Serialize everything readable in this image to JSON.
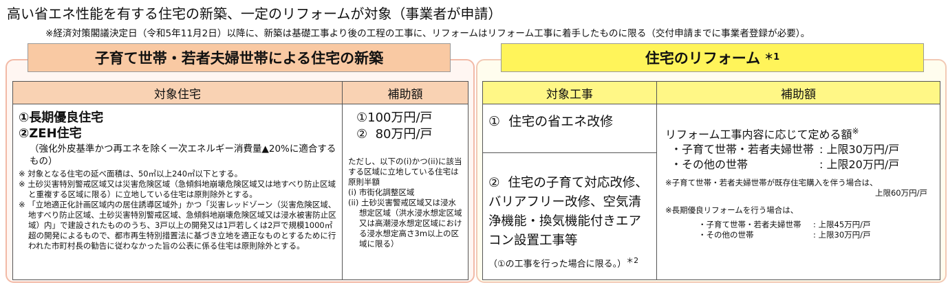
{
  "header": {
    "title": "高い省エネ性能を有する住宅の新築、一定のリフォームが対象（事業者が申請）",
    "note": "※経済対策閣議決定日（令和5年11月2日）以降に、新築は基礎工事より後の工程の工事に、リフォームはリフォーム工事に着手したものに限る（交付申請までに事業者登録が必要）。"
  },
  "left": {
    "tab": "子育て世帯・若者夫婦世帯による住宅の新築",
    "col1_header": "対象住宅",
    "col2_header": "補助額",
    "item1": "①長期優良住宅",
    "item2": "②ZEH住宅",
    "item2_detail": "（強化外皮基準かつ再エネを除く一次エネルギー消費量▲20%に適合するもの）",
    "notes": [
      "※ 対象となる住宅の延べ面積は、50㎡以上240㎡以下とする。",
      "※ 土砂災害特別警戒区域又は災害危険区域（急傾斜地崩壊危険区域又は地すべり防止区域と重複する区域に限る）に立地している住宅は原則除外とする。",
      "※ 「立地適正化計画区域内の居住誘導区域外」かつ「災害レッドゾーン（災害危険区域、地すべり防止区域、土砂災害特別警戒区域、急傾斜地崩壊危険区域又は浸水被害防止区域）内」で建設されたもののうち、3戸以上の開発又は1戸若しくは2戸で規模1000㎡超の開発によるもので、都市再生特別措置法に基づき立地を適正なものとするために行われた市町村長の勧告に従わなかった旨の公表に係る住宅は原則除外とする。"
    ],
    "amount1": "①100万円/戸",
    "amount2": "②  80万円/戸",
    "amount_note_intro": "ただし、以下の(i)かつ(ii)に該当する区域に立地している住宅は原則半額",
    "amount_note_i": "(i)  市街化調整区域",
    "amount_note_ii": "(ii)  土砂災害警戒区域又は浸水想定区域（洪水浸水想定区域又は高潮浸水想定区域における浸水想定高さ3m以上の区域に限る）"
  },
  "right": {
    "tab": "住宅のリフォーム",
    "tab_sup": "＊1",
    "col1_header": "対象工事",
    "col2_header": "補助額",
    "work1": "①  住宅の省エネ改修",
    "work2": "②  住宅の子育て対応改修、バリアフリー改修、空気清浄機能・換気機能付きエアコン設置工事等",
    "work2_note": "（①の工事を行った場合に限る。）",
    "work2_note_sup": "＊2",
    "amount_title": "リフォーム工事内容に応じて定める額",
    "amount_title_sup": "※",
    "rows": [
      {
        "label": "・子育て世帯・若者夫婦世帯",
        "value": ": 上限30万円/戸"
      },
      {
        "label": "・その他の世帯",
        "value": ": 上限20万円/戸"
      }
    ],
    "note1": "※子育て世帯・若者夫婦世帯が既存住宅購入を伴う場合は、",
    "note1b": "上限60万円/戸",
    "note2": "※長期優良リフォームを行う場合は、",
    "note2_rows": [
      {
        "label": "・子育て世帯・若者夫婦世帯",
        "value": ": 上限45万円/戸"
      },
      {
        "label": "・その他の世帯",
        "value": ": 上限30万円/戸"
      }
    ]
  }
}
